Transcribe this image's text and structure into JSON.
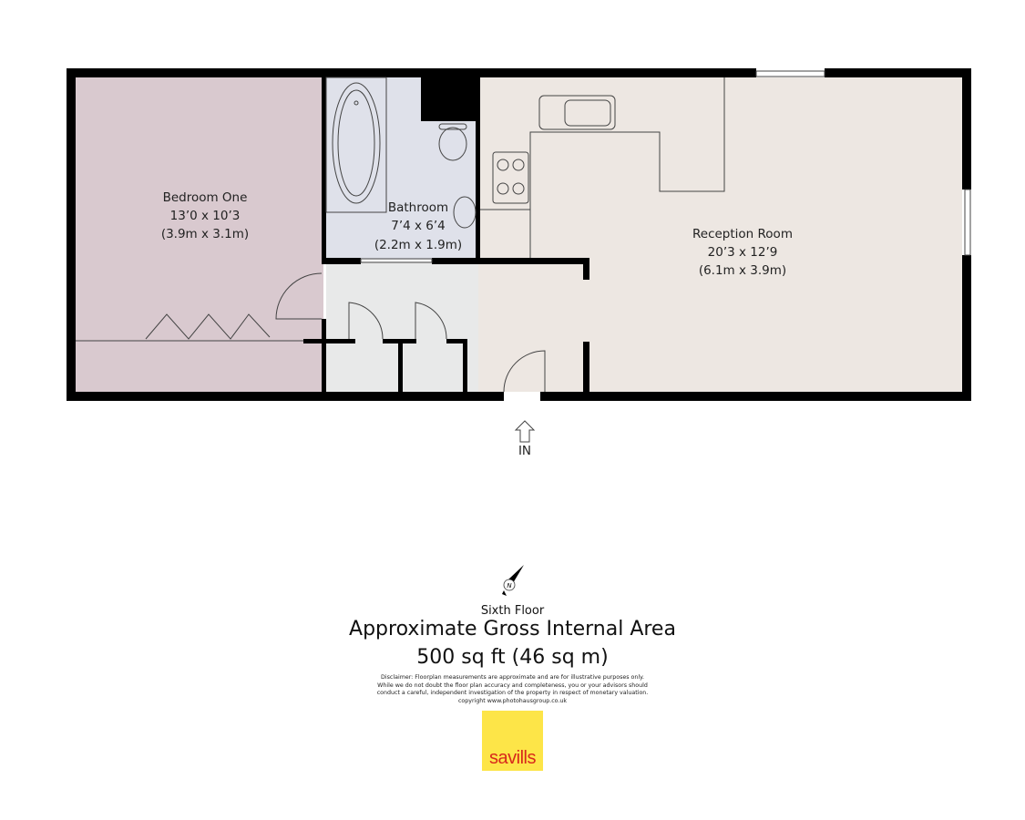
{
  "rooms": {
    "bedroom": {
      "name": "Bedroom One",
      "imperial": "13’0 x 10’3",
      "metric": "(3.9m x 3.1m)"
    },
    "bathroom": {
      "name": "Bathroom",
      "imperial": "7’4 x 6’4",
      "metric": "(2.2m x 1.9m)"
    },
    "reception": {
      "name": "Reception Room",
      "imperial": "20’3 x 12’9",
      "metric": "(6.1m x 3.9m)"
    }
  },
  "entrance_label": "IN",
  "compass_label": "N",
  "floor_name": "Sixth Floor",
  "area_title": "Approximate Gross Internal Area",
  "area_value": "500 sq ft (46 sq m)",
  "disclaimer": [
    "Disclaimer: Floorplan measurements are approximate and are for illustrative purposes only.",
    "While we do not doubt the floor plan accuracy and completeness, you or your advisors should",
    "conduct a careful, independent investigation of the property in respect of monetary valuation.",
    "copyright www.photohausgroup.co.uk"
  ],
  "logo_text": "savills",
  "colors": {
    "bedroom": "#d9c9cf",
    "bathroom": "#dfe1ea",
    "hall": "#e8e9e9",
    "reception": "#ede7e2",
    "wall": "#000000",
    "logo_bg": "#fde548",
    "logo_text": "#d8281c"
  }
}
